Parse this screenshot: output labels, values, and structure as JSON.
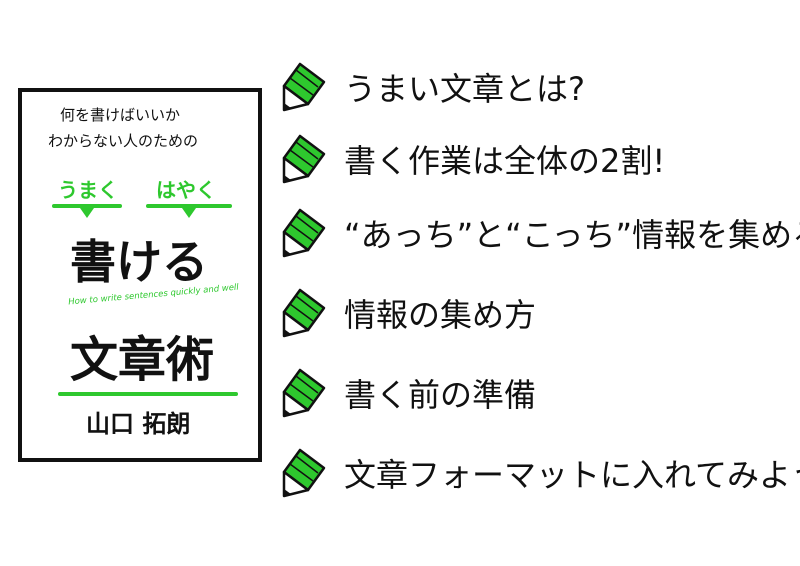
{
  "book": {
    "subtitle_line1": "何を書けばいいか",
    "subtitle_line2": "わからない人のための",
    "keyword_left": "うまく",
    "keyword_right": "はやく",
    "title_line1": "書ける",
    "english_subtitle": "How to write sentences quickly and well",
    "title_line2": "文章術",
    "author": "山口 拓朗"
  },
  "colors": {
    "accent_green": "#2ec82e",
    "ink": "#111111"
  },
  "checklist": [
    {
      "icon": "pencil-icon",
      "label": "うまい文章とは?"
    },
    {
      "icon": "pencil-icon",
      "label": "書く作業は全体の2割!"
    },
    {
      "icon": "pencil-icon",
      "label": "“あっち”と“こっち”情報を集める!"
    },
    {
      "icon": "pencil-icon",
      "label": "情報の集め方"
    },
    {
      "icon": "pencil-icon",
      "label": "書く前の準備"
    },
    {
      "icon": "pencil-icon",
      "label": "文章フォーマットに入れてみよう"
    }
  ]
}
